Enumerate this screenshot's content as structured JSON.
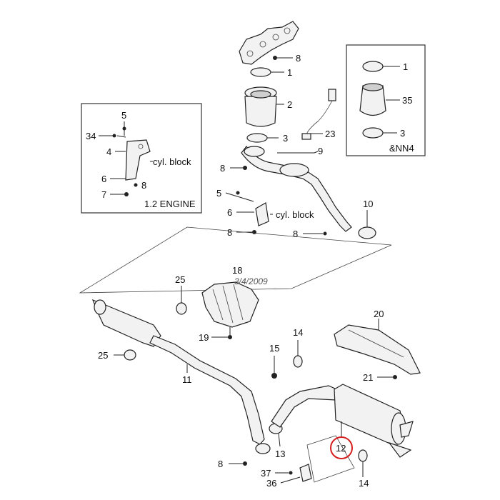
{
  "callouts": {
    "c8a": "8",
    "c1a": "1",
    "c2": "2",
    "c3a": "3",
    "c23": "23",
    "c9": "9",
    "c8b": "8",
    "c5a": "5",
    "c6a": "6",
    "c8c": "8",
    "c10": "10",
    "c8d": "8",
    "c1b": "1",
    "c35": "35",
    "c3b": "3",
    "nn4": "&NN4",
    "c5b": "5",
    "c34": "34",
    "c4": "4",
    "c6b": "6",
    "c8e": "8",
    "c7": "7",
    "c18": "18",
    "c25a": "25",
    "c25b": "25",
    "c19": "19",
    "c11": "11",
    "c14a": "14",
    "c15": "15",
    "c20": "20",
    "c21": "21",
    "c13": "13",
    "c12": "12",
    "c8f": "8",
    "c37": "37",
    "c36": "36",
    "c14b": "14"
  },
  "labels": {
    "cyl_block_main": "cyl. block",
    "cyl_block_inset": "cyl. block",
    "engine_inset": "1.2 ENGINE",
    "watermark": "3/4/2009"
  },
  "highlight": {
    "color": "#d62020",
    "target": "12"
  }
}
